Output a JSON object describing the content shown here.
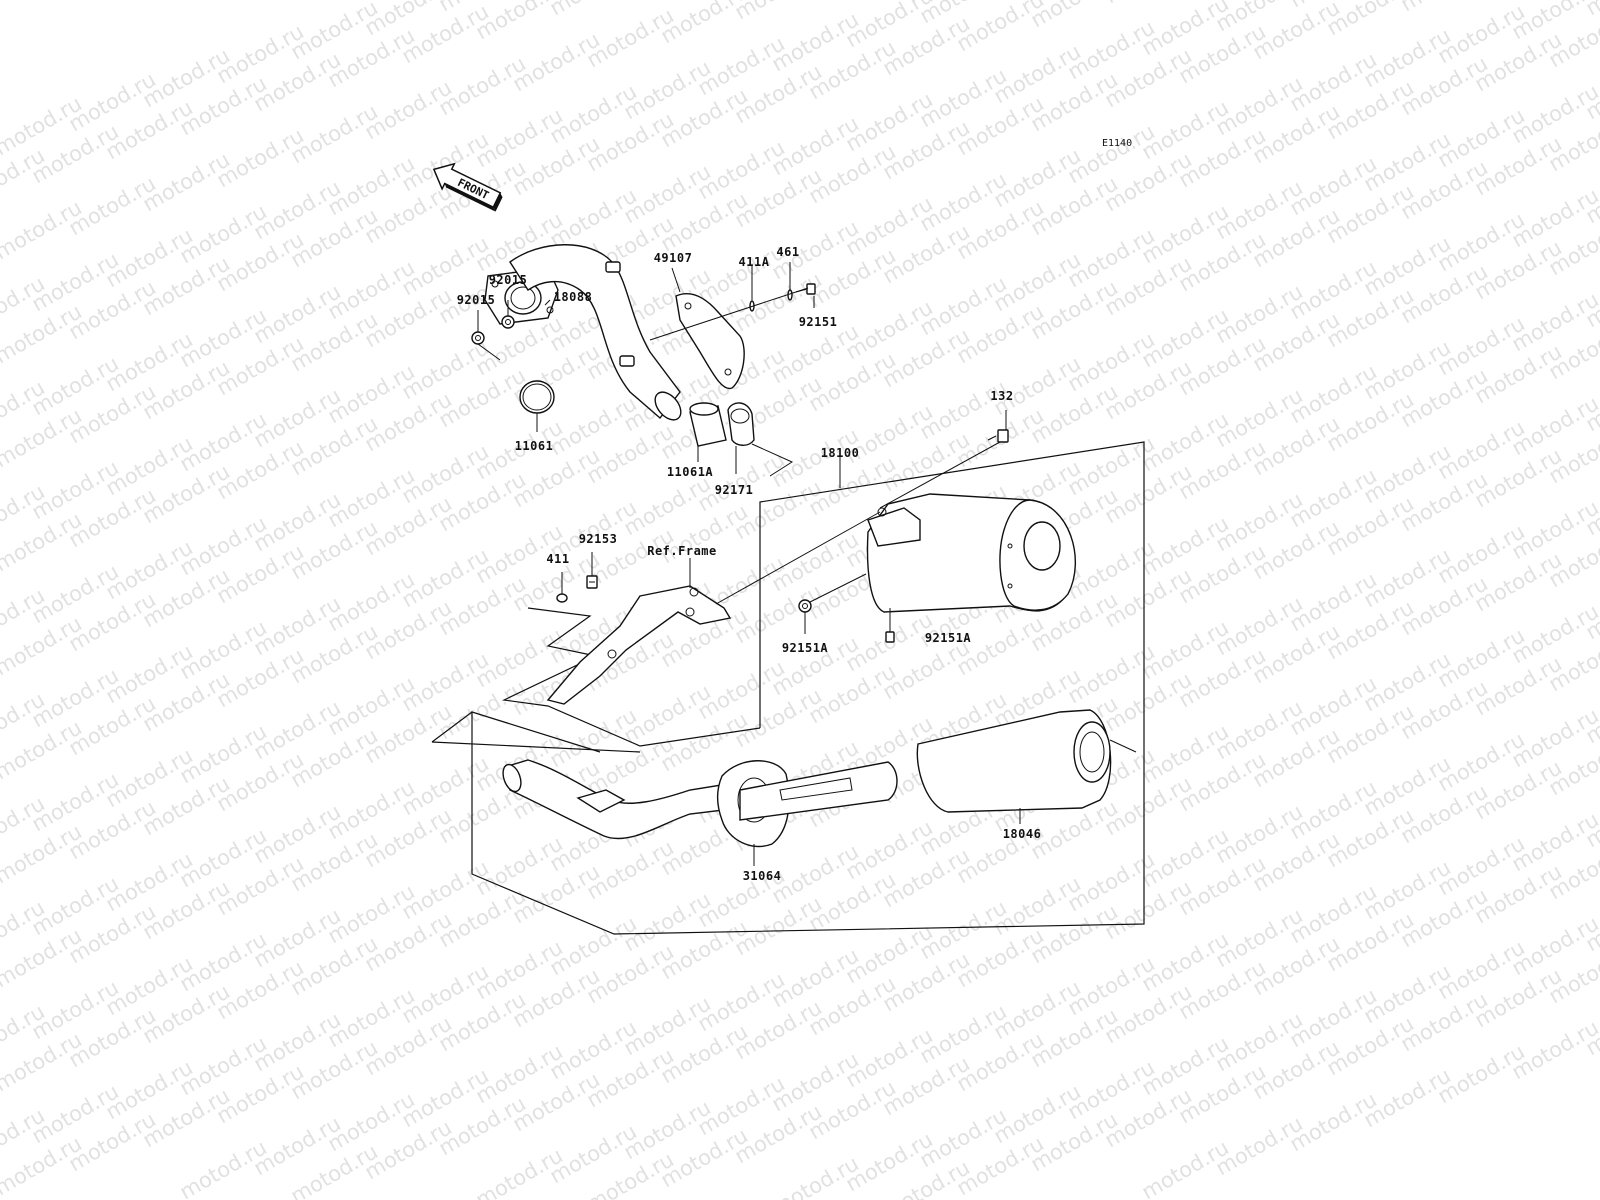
{
  "diagram": {
    "code": "E1140",
    "front_label": "FRONT",
    "watermark": "motod.ru",
    "parts": {
      "p92015a": "92015",
      "p92015b": "92015",
      "p18088": "18088",
      "p49107": "49107",
      "p411A": "411A",
      "p461": "461",
      "p92151": "92151",
      "p11061": "11061",
      "p11061A": "11061A",
      "p92171": "92171",
      "p132": "132",
      "p18100": "18100",
      "p92153": "92153",
      "p411": "411",
      "ref_frame": "Ref.Frame",
      "p92151A_left": "92151A",
      "p92151A_right": "92151A",
      "p31064": "31064",
      "p18046": "18046"
    }
  }
}
